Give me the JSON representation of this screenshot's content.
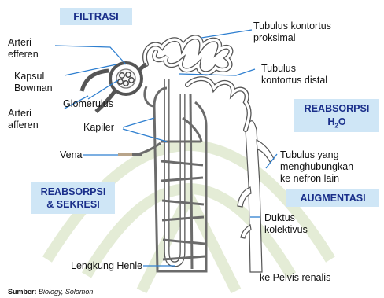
{
  "boxes": {
    "filtrasi": "FILTRASI",
    "reabsorpsi_h2o_line1": "REABSORPSI",
    "reabsorpsi_h2o_h": "H",
    "reabsorpsi_h2o_sub": "2",
    "reabsorpsi_h2o_o": "O",
    "reabsorpsi_sekresi_line1": "REABSORPSI",
    "reabsorpsi_sekresi_line2": "& SEKRESI",
    "augmentasi": "AUGMENTASI"
  },
  "labels": {
    "arteri_efferen_1": "Arteri",
    "arteri_efferen_2": "efferen",
    "kapsul_bowman_1": "Kapsul",
    "kapsul_bowman_2": "Bowman",
    "arteri_afferen_1": "Arteri",
    "arteri_afferen_2": "afferen",
    "glomerulus": "Glomerulus",
    "kapiler": "Kapiler",
    "vena": "Vena",
    "lengkung_henle": "Lengkung Henle",
    "tubulus_proksimal_1": "Tubulus kontortus",
    "tubulus_proksimal_2": "proksimal",
    "tubulus_distal_1": "Tubulus",
    "tubulus_distal_2": "kontortus distal",
    "tubulus_penghubung_1": "Tubulus yang",
    "tubulus_penghubung_2": "menghubungkan",
    "tubulus_penghubung_3": "ke nefron lain",
    "duktus_1": "Duktus",
    "duktus_2": "kolektivus",
    "pelvis": "ke Pelvis renalis"
  },
  "source": {
    "prefix": "Sumber:",
    "text": "Biology, Solomon"
  },
  "colors": {
    "box_fill": "#cfe6f6",
    "box_text": "#1a2f8a",
    "leader_line": "#2e7fd0",
    "tubule_outline": "#555555",
    "capillary": "#6b6b6b",
    "watermark": "#e4ecd6"
  }
}
